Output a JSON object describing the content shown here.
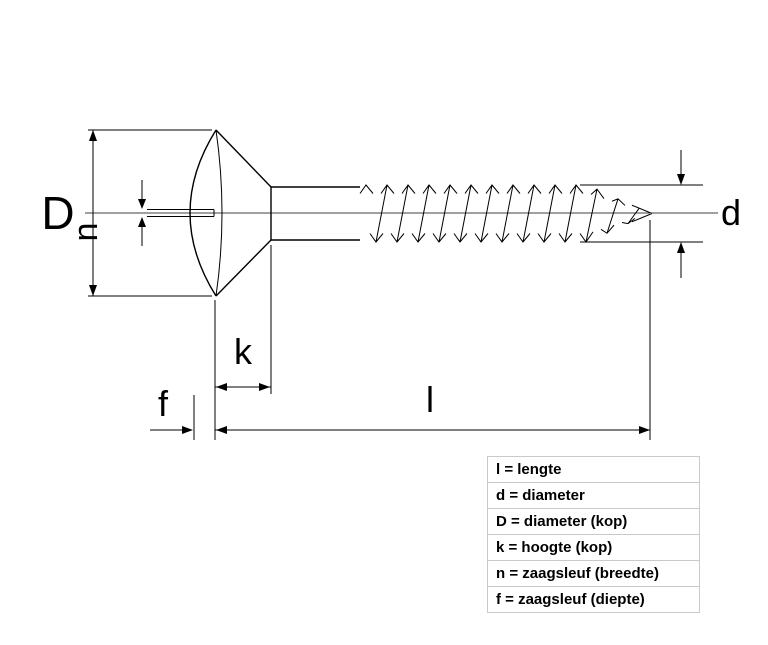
{
  "labels": {
    "D": "D",
    "n": "n",
    "d": "d",
    "k": "k",
    "f": "f",
    "l": "l"
  },
  "legend": {
    "rows": [
      "l = lengte",
      "d = diameter",
      "D = diameter (kop)",
      "k = hoogte (kop)",
      "n = zaagsleuf (breedte)",
      "f = zaagsleuf (diepte)"
    ]
  }
}
